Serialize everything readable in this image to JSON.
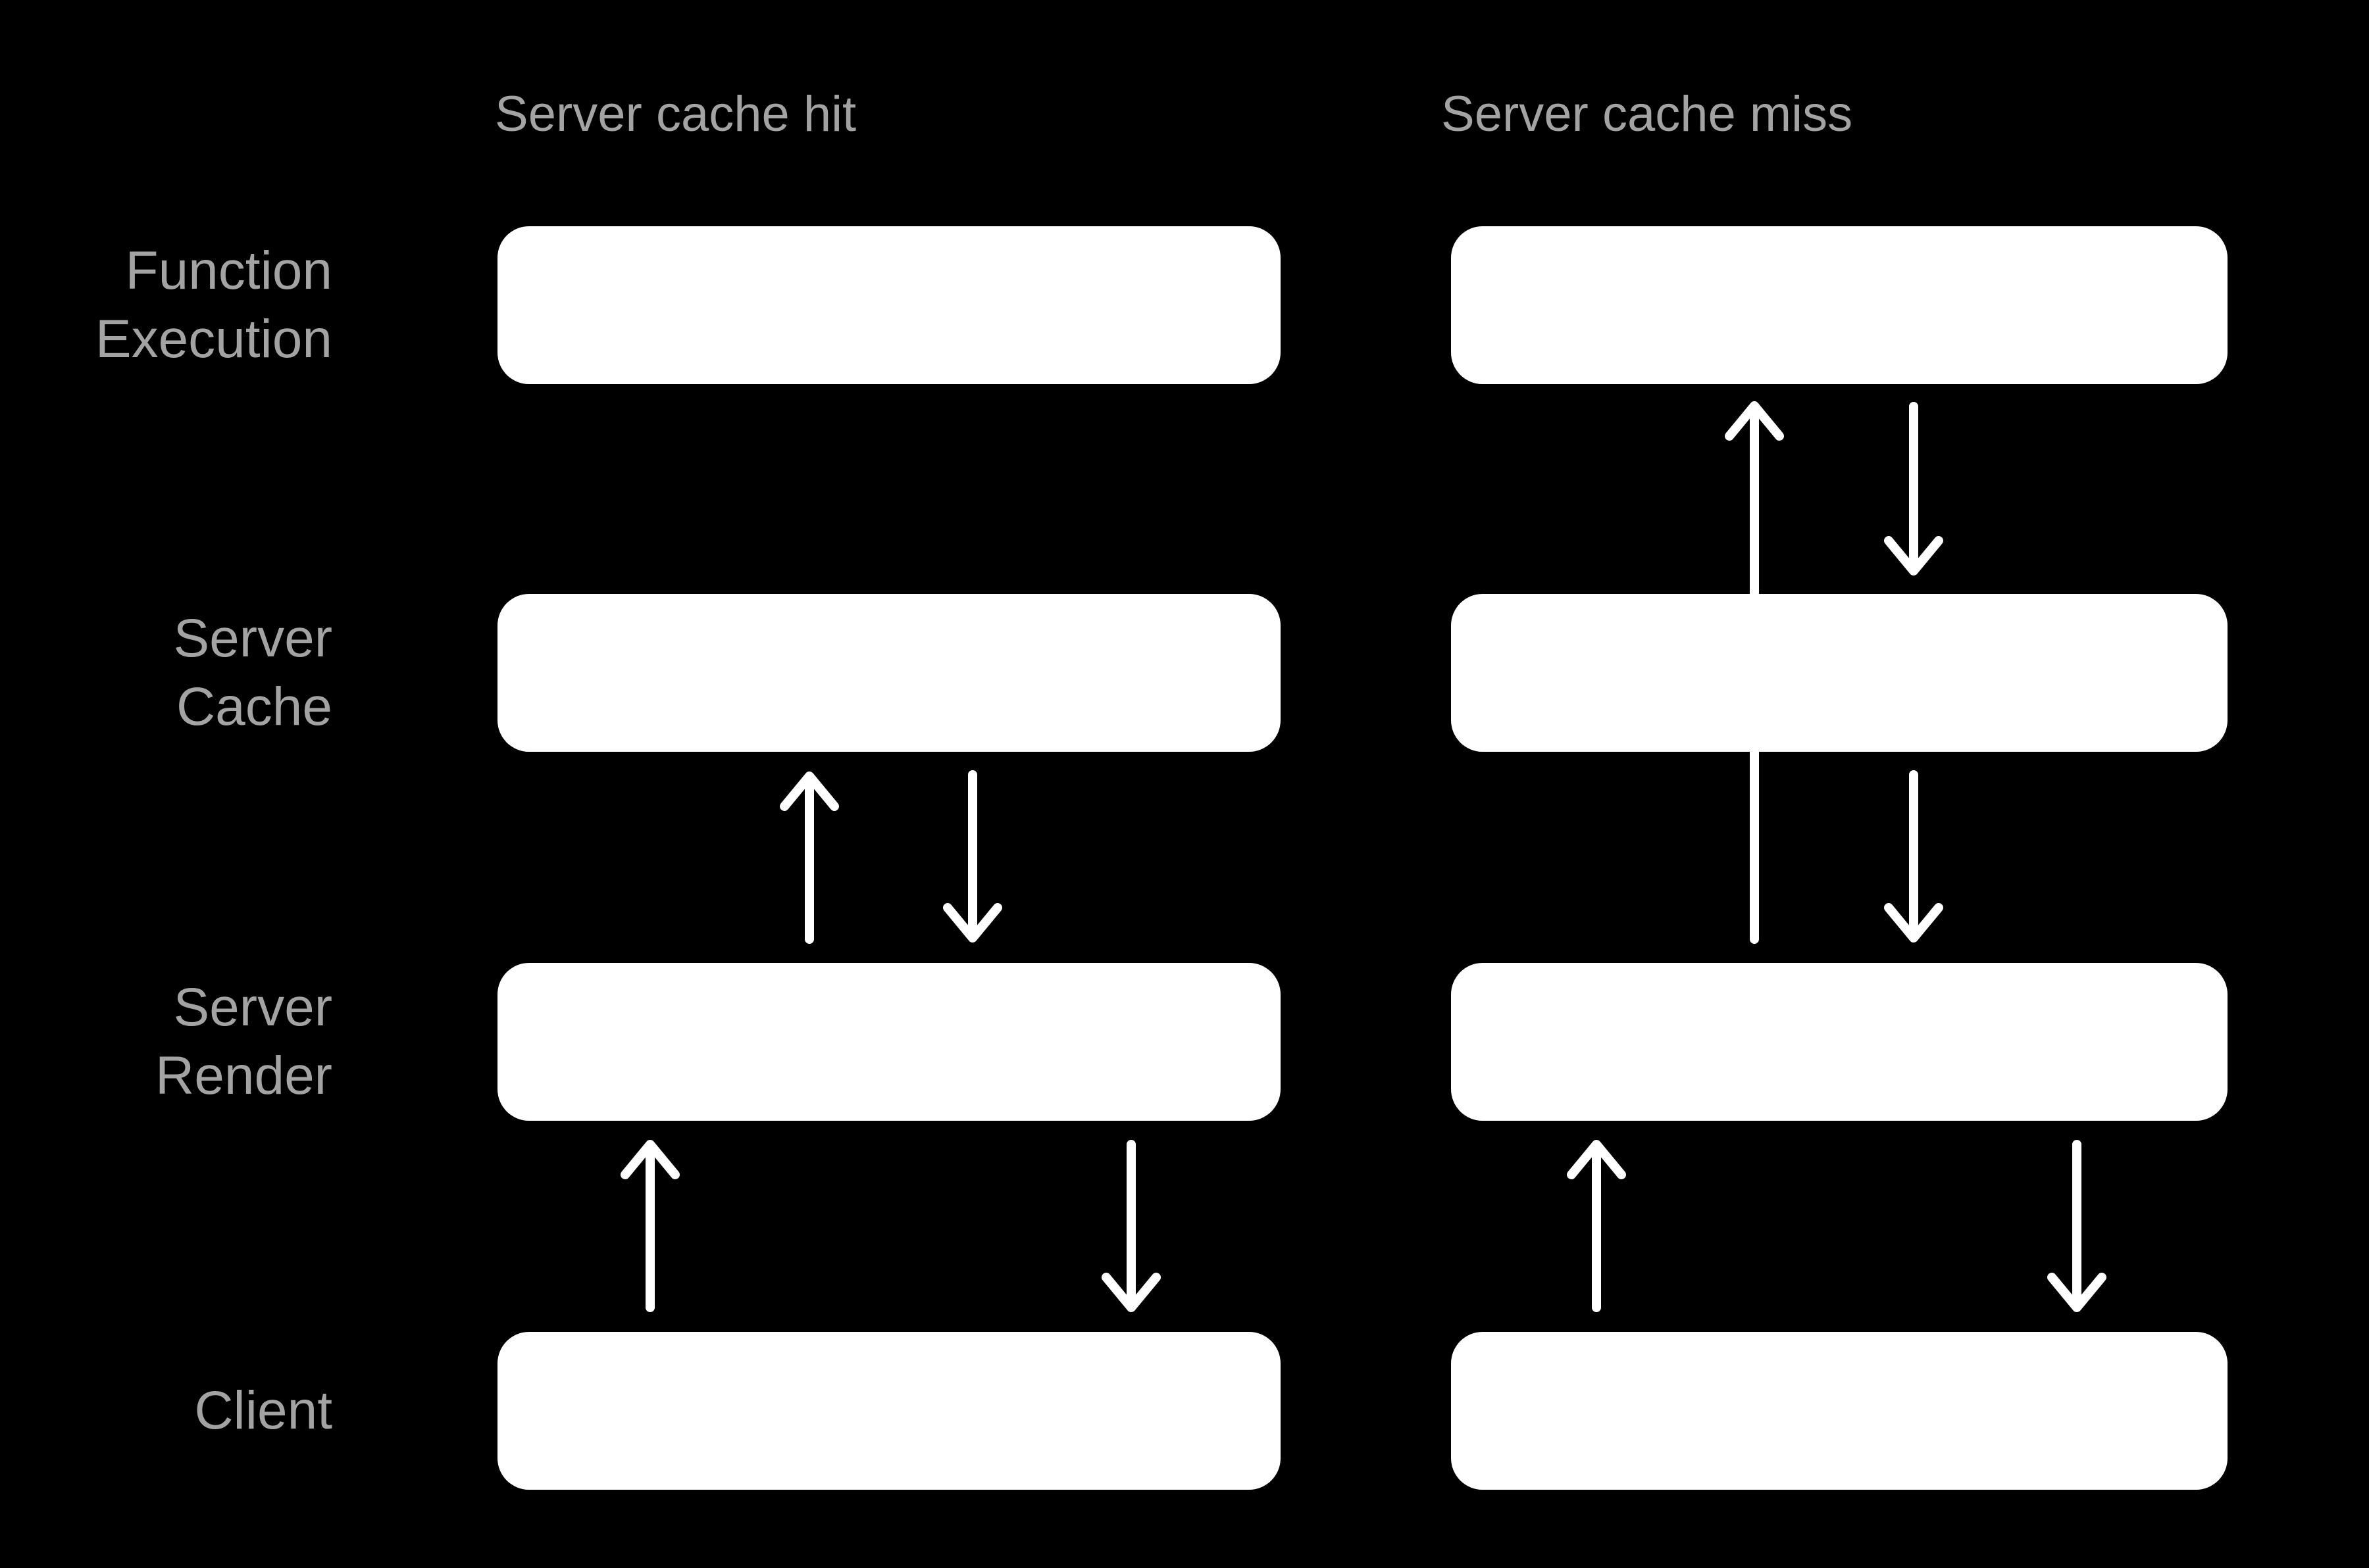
{
  "diagram": {
    "columns": [
      {
        "id": "hit",
        "title": "Server cache hit"
      },
      {
        "id": "miss",
        "title": "Server cache miss"
      }
    ],
    "rows": [
      {
        "id": "function-execution",
        "label": "Function\nExecution"
      },
      {
        "id": "server-cache",
        "label": "Server\nCache"
      },
      {
        "id": "server-render",
        "label": "Server\nRender"
      },
      {
        "id": "client",
        "label": "Client"
      }
    ],
    "arrows": [
      {
        "column": "hit",
        "from": "server-render",
        "to": "server-cache",
        "direction": "up"
      },
      {
        "column": "hit",
        "from": "server-cache",
        "to": "server-render",
        "direction": "down"
      },
      {
        "column": "hit",
        "from": "client",
        "to": "server-render",
        "direction": "up"
      },
      {
        "column": "hit",
        "from": "server-render",
        "to": "client",
        "direction": "down"
      },
      {
        "column": "miss",
        "from": "server-render",
        "to": "function-execution",
        "direction": "up",
        "note": "passes behind server-cache box"
      },
      {
        "column": "miss",
        "from": "function-execution",
        "to": "server-cache",
        "direction": "down"
      },
      {
        "column": "miss",
        "from": "server-cache",
        "to": "server-render",
        "direction": "down"
      },
      {
        "column": "miss",
        "from": "client",
        "to": "server-render",
        "direction": "up"
      },
      {
        "column": "miss",
        "from": "server-render",
        "to": "client",
        "direction": "down"
      }
    ],
    "colors": {
      "background": "#000000",
      "box": "#ffffff",
      "arrow": "#ffffff",
      "label": "#a3a3a3"
    }
  }
}
